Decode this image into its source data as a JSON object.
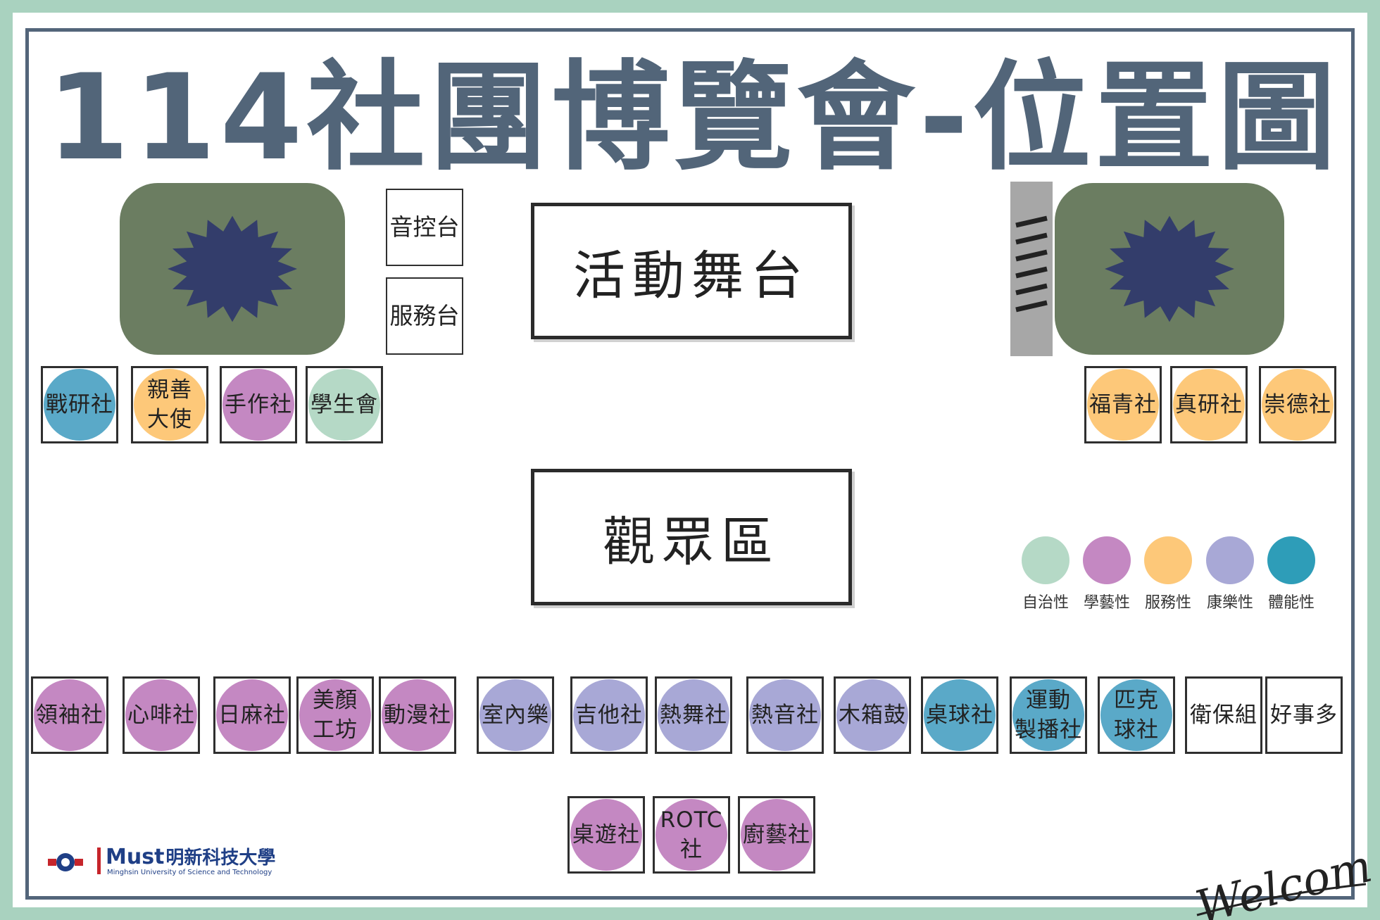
{
  "title": "114社團博覽會-位置圖",
  "colors": {
    "background": "#a9d2bf",
    "frame": "#53657a",
    "green_area": "#6b7d61",
    "star": "#333d6b",
    "autonomy": "#b5d9c6",
    "academic_arts": "#c488c2",
    "service": "#fdc879",
    "recreation": "#a8a8d6",
    "sports": "#5aa9c8",
    "sports_legend": "#2e9db8"
  },
  "booths_fixed": {
    "sound_console": "音控台",
    "service_desk": "服務台",
    "stage": "活動舞台",
    "audience": "觀眾區"
  },
  "clubs": {
    "left_top": [
      {
        "label": "戰研社",
        "category": "sports"
      },
      {
        "label": "親善\n大使",
        "category": "service"
      },
      {
        "label": "手作社",
        "category": "academic_arts"
      },
      {
        "label": "學生會",
        "category": "autonomy"
      }
    ],
    "right_top": [
      {
        "label": "福青社",
        "category": "service"
      },
      {
        "label": "真研社",
        "category": "service"
      },
      {
        "label": "崇德社",
        "category": "service"
      }
    ],
    "bottom_row": [
      {
        "label": "領袖社",
        "category": "academic_arts"
      },
      {
        "label": "心啡社",
        "category": "academic_arts"
      },
      {
        "label": "日麻社",
        "category": "academic_arts"
      },
      {
        "label": "美顏\n工坊",
        "category": "academic_arts"
      },
      {
        "label": "動漫社",
        "category": "academic_arts"
      },
      {
        "label": "室內樂",
        "category": "recreation"
      },
      {
        "label": "吉他社",
        "category": "recreation"
      },
      {
        "label": "熱舞社",
        "category": "recreation"
      },
      {
        "label": "熱音社",
        "category": "recreation"
      },
      {
        "label": "木箱鼓",
        "category": "recreation"
      },
      {
        "label": "桌球社",
        "category": "sports"
      },
      {
        "label": "運動\n製播社",
        "category": "sports"
      },
      {
        "label": "匹克\n球社",
        "category": "sports"
      },
      {
        "label": "衛保組",
        "category": "none"
      },
      {
        "label": "好事多",
        "category": "none"
      }
    ],
    "bottom_center": [
      {
        "label": "桌遊社",
        "category": "academic_arts"
      },
      {
        "label": "ROTC\n社",
        "category": "academic_arts"
      },
      {
        "label": "廚藝社",
        "category": "academic_arts"
      }
    ]
  },
  "legend": [
    {
      "label": "自治性",
      "category": "autonomy"
    },
    {
      "label": "學藝性",
      "category": "academic_arts"
    },
    {
      "label": "服務性",
      "category": "service"
    },
    {
      "label": "康樂性",
      "category": "recreation"
    },
    {
      "label": "體能性",
      "category": "sports_legend"
    }
  ],
  "logo": {
    "brand": "Must",
    "name_cn": "明新科技大學",
    "name_en": "Minghsin University of Science and Technology"
  },
  "welcome": "Welcome"
}
